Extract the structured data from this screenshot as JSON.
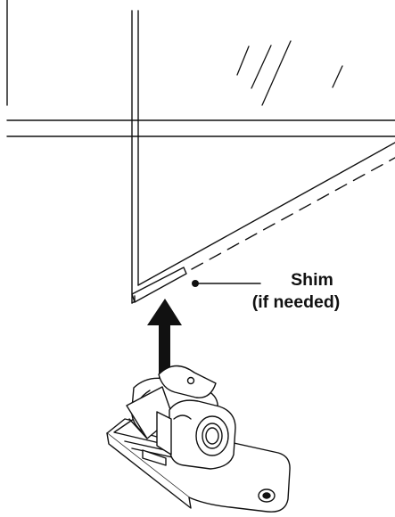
{
  "callout": {
    "line1": "Shim",
    "line2": "(if needed)"
  },
  "colors": {
    "ink": "#111111",
    "arrow": "#111111",
    "background": "#ffffff"
  },
  "parts": {
    "glass_panel": "glass-panel",
    "shim": "shim",
    "clamp": "door-bottom-clamp",
    "arrow": "up-arrow-icon"
  }
}
